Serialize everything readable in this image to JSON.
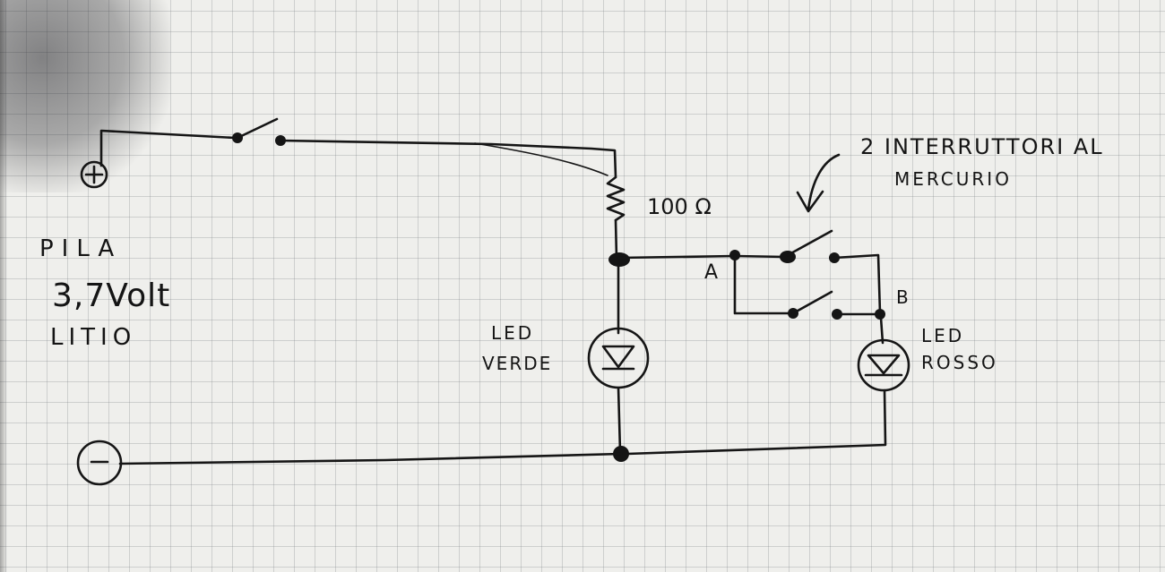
{
  "labels": {
    "battery_type": "PILA",
    "voltage": "3,7Volt",
    "chemistry": "LITIO",
    "resistor": "100 Ω",
    "led_green_line1": "LED",
    "led_green_line2": "VERDE",
    "led_red_line1": "LED",
    "led_red_line2": "ROSSO",
    "node_a": "A",
    "node_b": "B",
    "switch_note_line1": "2 INTERRUTTORI AL",
    "switch_note_line2": "MERCURIO",
    "plus_symbol": "+",
    "minus_symbol": "−"
  },
  "ink_color": "#151515",
  "paper_color": "#efefec"
}
